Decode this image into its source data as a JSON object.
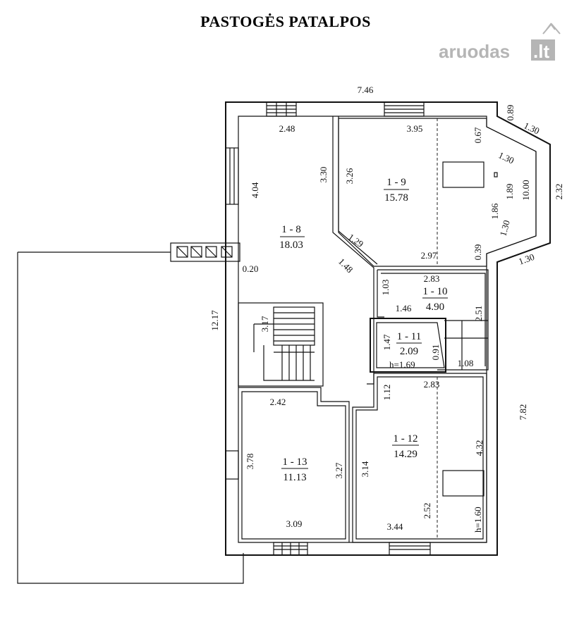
{
  "title": "PASTOGĖS PATALPOS",
  "watermark": {
    "brand": "aruodas",
    "suffix": ".lt",
    "color": "#b5b5b5"
  },
  "rooms": [
    {
      "id": "1 - 8",
      "area": "18.03"
    },
    {
      "id": "1 - 9",
      "area": "15.78"
    },
    {
      "id": "1 - 10",
      "area": "4.90"
    },
    {
      "id": "1 - 11",
      "area": "2.09"
    },
    {
      "id": "1 - 12",
      "area": "14.29"
    },
    {
      "id": "1 - 13",
      "area": "11.13"
    }
  ],
  "heights": {
    "room_11": "h=1.69",
    "room_12": "h=1.60"
  },
  "dimensions": {
    "top_total": "7.46",
    "r8_top": "2.48",
    "r8_left": "4.04",
    "r8_right": "3.30",
    "r8_diag": "1.48",
    "r8_wall": "0.20",
    "r9_top": "3.95",
    "r9_left": "3.26",
    "r9_diag": "1.29",
    "r9_bottom": "2.97",
    "r9_d067": "0.67",
    "r9_d039": "0.39",
    "r9_d186": "1.86",
    "r9_d189": "1.89",
    "bay_089": "0.89",
    "bay_130_a": "1.30",
    "bay_130_b": "1.30",
    "bay_130_c": "1.30",
    "bay_130_d": "1.30",
    "bay_1000": "10.00",
    "bay_232": "2.32",
    "left_total": "12.17",
    "stair": "3.17",
    "r10_top": "2.83",
    "r10_left": "1.03",
    "r10_diag": "1.46",
    "r10_right": "2.51",
    "r11_left": "1.47",
    "r11_right": "0.91",
    "r11_bottom": "1.08",
    "r12_top": "2.83",
    "r12_left_top": "1.12",
    "r12_left": "3.14",
    "r12_right": "4.32",
    "r12_dash": "2.52",
    "r12_bottom": "3.44",
    "r13_top": "2.42",
    "r13_left": "3.78",
    "r13_right": "3.27",
    "r13_bottom": "3.09",
    "right_total": "7.82"
  }
}
